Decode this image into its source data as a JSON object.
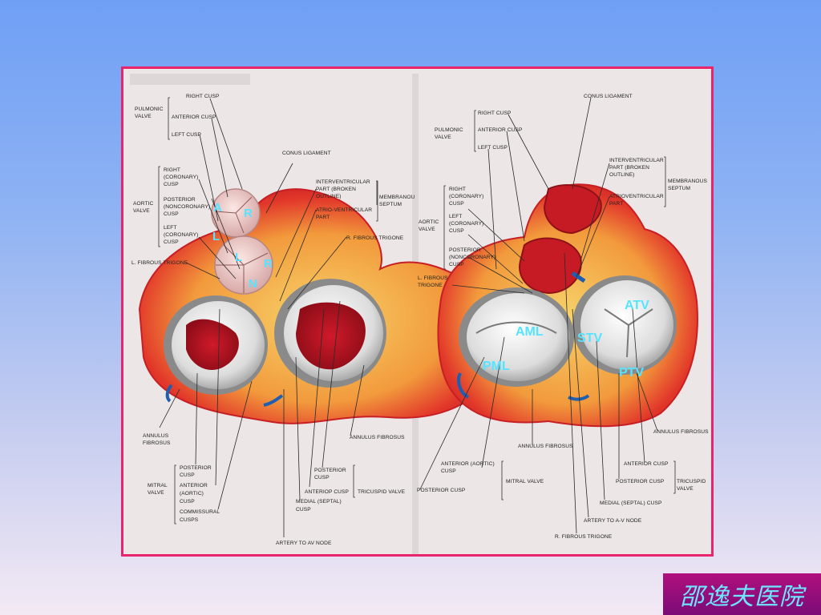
{
  "left_labels": {
    "right_cusp_1": "RIGHT CUSP",
    "pulmonic_valve_1": "PULMONIC",
    "pulmonic_valve_2": "VALVE",
    "anterior_cusp_1": "ANTERIOR CUSP",
    "left_cusp_1": "LEFT CUSP",
    "conus_ligament_1": "CONUS LIGAMENT",
    "right_coronary_1": "RIGHT",
    "right_coronary_2": "(CORONARY)",
    "right_coronary_3": "CUSP",
    "aortic_valve_1": "AORTIC",
    "aortic_valve_2": "VALVE",
    "posterior_noncoronary_1": "POSTERIOR",
    "posterior_noncoronary_2": "(NONCORONARY)",
    "posterior_noncoronary_3": "CUSP",
    "left_coronary_1": "LEFT",
    "left_coronary_2": "(CORONARY)",
    "left_coronary_3": "CUSP",
    "interventricular_1": "INTERVENTRICULAR",
    "interventricular_2": "PART (BROKEN",
    "interventricular_3": "OUTLINE)",
    "membranous_1": "MEMBRANOU",
    "membranous_2": "SEPTUM",
    "atrioventricular_1": "ATRIO-VENTRICULAR",
    "atrioventricular_2": "PART",
    "r_fibrous_trigone": "R. FIBROUS TRIGONE",
    "l_fibrous_trigone": "L. FIBROUS TRIGONE",
    "annulus_fibrosus_l1": "ANNULUS",
    "annulus_fibrosus_l2": "FIBROSUS",
    "annulus_fibrosus_r": "ANNULUS FIBROSUS",
    "posterior_cusp_1": "POSTERIOR",
    "posterior_cusp_2": "CUSP",
    "mitral_valve_1": "MITRAL",
    "mitral_valve_2": "VALVE",
    "anterior_aortic_1": "ANTERIOR",
    "anterior_aortic_2": "(AORTIC)",
    "anterior_aortic_3": "CUSP",
    "commissural_1": "COMMISSURAL",
    "commissural_2": "CUSPS",
    "tri_posterior_1": "POSTERIOR",
    "tri_posterior_2": "CUSP",
    "tri_anterior": "ANTERIOP CUSP",
    "tricuspid_valve": "TRICUSPID VALVE",
    "medial_septal_1": "MEDIAL (SEPTAL)",
    "medial_septal_2": "CUSP",
    "artery_av_node": "ARTERY TO AV NODE"
  },
  "right_labels": {
    "right_cusp": "RIGHT CUSP",
    "pulmonic_1": "PULMONIC",
    "pulmonic_2": "VALVE",
    "anterior_cusp": "ANTERIOR CUSP",
    "left_cusp": "LEFT CUSP",
    "conus_ligament": "CONUS LIGAMENT",
    "interventricular_1": "INTERVENTRICULAR",
    "interventricular_2": "PART (BROKEN",
    "interventricular_3": "OUTLINE)",
    "membranous_1": "MEMBRANOUS",
    "membranous_2": "SEPTUM",
    "atrioventricular_1": "ATRIOVENTRICULAR",
    "atrioventricular_2": "PART",
    "right_coronary_1": "RIGHT",
    "right_coronary_2": "(CORONARY)",
    "right_coronary_3": "CUSP",
    "aortic_1": "AORTIC",
    "aortic_2": "VALVE",
    "left_coronary_1": "LEFT",
    "left_coronary_2": "(CORONARY)",
    "left_coronary_3": "CUSP",
    "posterior_noncoronary_1": "POSTERIOR",
    "posterior_noncoronary_2": "(NONCORONARY)",
    "posterior_noncoronary_3": "CUSP",
    "l_fibrous_1": "L. FIBROUS",
    "l_fibrous_2": "TRIGONE",
    "annulus_fibrosus_mid": "ANNULUS FIBROSUS",
    "annulus_fibrosus_right": "ANNULUS FIBROSUS",
    "anterior_aortic_1": "ANTERIOR (AORTIC)",
    "anterior_aortic_2": "CUSP",
    "mitral_valve": "MITRAL VALVE",
    "posterior_cusp_l": "POSTERIOR CUSP",
    "tri_anterior_cusp": "ANTERIOR CUSP",
    "tri_posterior_cusp": "POSTERIOR CUSP",
    "tricuspid_1": "TRICUSPID",
    "tricuspid_2": "VALVE",
    "medial_septal": "MEDIAL (SEPTAL) CUSP",
    "artery_av_node": "ARTERY TO A-V NODE",
    "r_fibrous_trigone": "R. FIBROUS TRIGONE"
  },
  "overlay_labels": {
    "left_A": "A",
    "left_R_top": "R",
    "left_L_top": "L",
    "left_L_inner": "L",
    "left_R_inner": "R",
    "left_N": "N",
    "atv": "ATV",
    "aml": "AML",
    "stv": "STV",
    "pml": "PML",
    "ptv": "PTV"
  },
  "badge_text": "邵逸夫医院",
  "colors": {
    "frame_border": "#e8256a",
    "overlay_text": "#55e4ff",
    "badge_bg": "#9a0e7a",
    "badge_text": "#6fe6ff"
  }
}
